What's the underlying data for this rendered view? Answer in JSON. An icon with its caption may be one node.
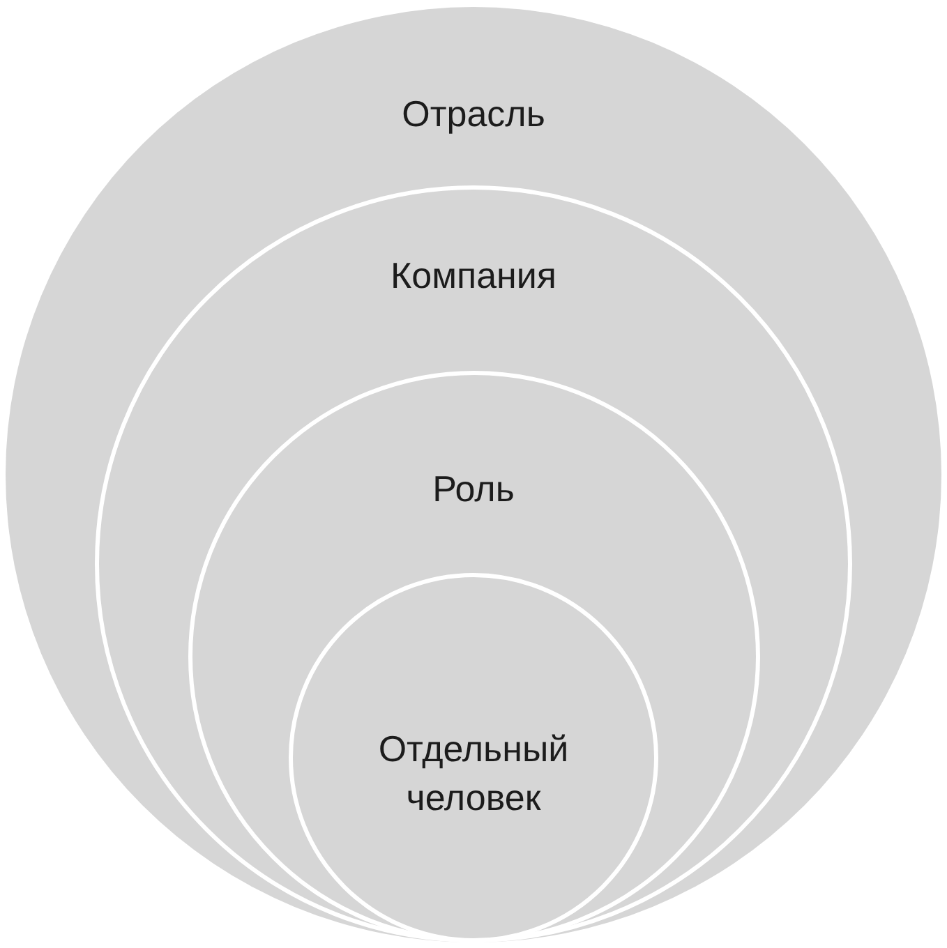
{
  "diagram": {
    "nodes": [
      {
        "text": [
          "Отрасль"
        ]
      },
      {
        "text": [
          "Компания"
        ],
        "in": 0
      },
      {
        "text": [
          "Роль"
        ],
        "in": 1
      },
      {
        "text": [
          "Отдельный человек"
        ],
        "in": 2
      }
    ]
  }
}
